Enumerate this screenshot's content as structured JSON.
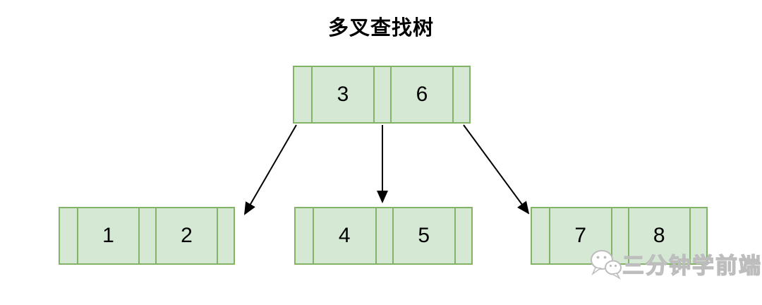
{
  "title": "多叉查找树",
  "nodes": {
    "root": {
      "keys": [
        "3",
        "6"
      ]
    },
    "child_left": {
      "keys": [
        "1",
        "2"
      ]
    },
    "child_middle": {
      "keys": [
        "4",
        "5"
      ]
    },
    "child_right": {
      "keys": [
        "7",
        "8"
      ]
    }
  },
  "watermark": {
    "text": "三分钟学前端",
    "icon": "wechat-icon"
  },
  "colors": {
    "background": "#ffffff",
    "node_fill": "#d5e8d4",
    "node_border": "#82b366",
    "arrow": "#000000",
    "title_text": "#000000",
    "watermark_gray": "#bdbdbd"
  }
}
